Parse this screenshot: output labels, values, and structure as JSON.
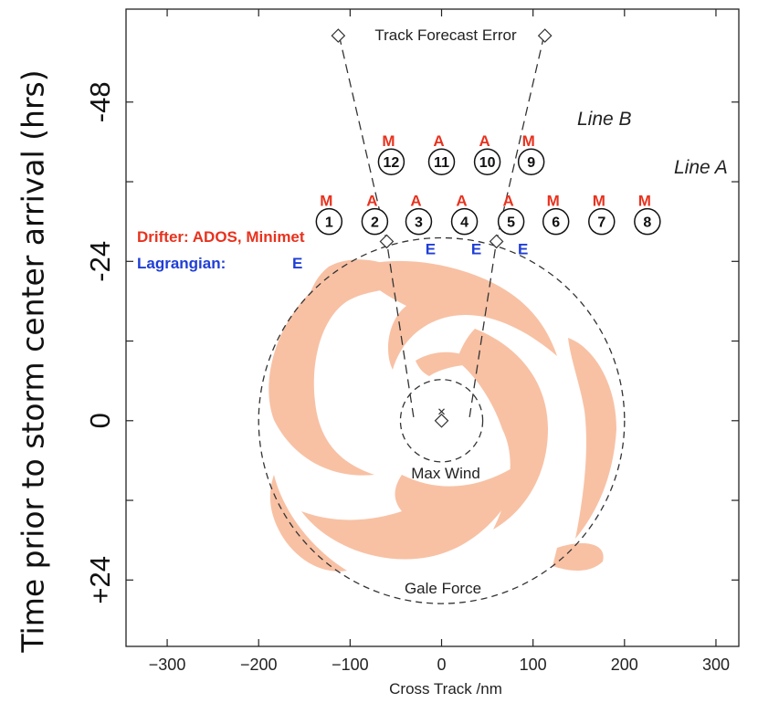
{
  "chart_data": {
    "type": "scatter",
    "title": "",
    "xlabel": "Cross Track /nm",
    "ylabel": "Time prior to storm center arrival (hrs)",
    "xlim": [
      -345,
      325
    ],
    "ylim": [
      -62,
      34
    ],
    "y_inverted": true,
    "grid": false,
    "x_ticks": [
      -300,
      -200,
      -100,
      0,
      100,
      200,
      300
    ],
    "x_tick_labels": [
      "−300",
      "−200",
      "−100",
      "0",
      "100",
      "200",
      "300"
    ],
    "y_ticks": [
      -48,
      -24,
      0,
      24
    ],
    "y_tick_labels": [
      "-48",
      "-24",
      "0",
      "+24"
    ],
    "minor_y_ticks": [
      -36,
      -12,
      12
    ],
    "annotations": {
      "track_error": "Track Forecast Error",
      "max_wind": "Max Wind",
      "gale_force": "Gale Force",
      "line_a": "Line A",
      "line_b": "Line B"
    },
    "legend": {
      "drifter": "Drifter: ADOS, Minimet",
      "lagrangian": "Lagrangian:",
      "lagrangian_code": "E"
    },
    "colors": {
      "drifter": "#e8321e",
      "lagrangian": "#1f3ed6",
      "rain": "#f8c1a4",
      "frame": "#222222"
    },
    "drops": [
      {
        "id": "1",
        "x": -123,
        "y": -30,
        "line": "A",
        "top": "M",
        "bottom": ""
      },
      {
        "id": "2",
        "x": -73,
        "y": -30,
        "line": "A",
        "top": "A",
        "bottom": ""
      },
      {
        "id": "3",
        "x": -25,
        "y": -30,
        "line": "A",
        "top": "A",
        "bottom": "E"
      },
      {
        "id": "4",
        "x": 25,
        "y": -30,
        "line": "A",
        "top": "A",
        "bottom": "E"
      },
      {
        "id": "5",
        "x": 76,
        "y": -30,
        "line": "A",
        "top": "A",
        "bottom": "E"
      },
      {
        "id": "6",
        "x": 125,
        "y": -30,
        "line": "A",
        "top": "M",
        "bottom": ""
      },
      {
        "id": "7",
        "x": 175,
        "y": -30,
        "line": "A",
        "top": "M",
        "bottom": ""
      },
      {
        "id": "8",
        "x": 225,
        "y": -30,
        "line": "A",
        "top": "M",
        "bottom": ""
      },
      {
        "id": "12",
        "x": -55,
        "y": -39,
        "line": "B",
        "top": "M",
        "bottom": ""
      },
      {
        "id": "11",
        "x": 0,
        "y": -39,
        "line": "B",
        "top": "A",
        "bottom": ""
      },
      {
        "id": "10",
        "x": 50,
        "y": -39,
        "line": "B",
        "top": "A",
        "bottom": ""
      },
      {
        "id": "9",
        "x": 98,
        "y": -39,
        "line": "B",
        "top": "M",
        "bottom": ""
      }
    ],
    "track_error_cone": {
      "left": [
        [
          -112,
          -58
        ],
        [
          -60,
          -27
        ],
        [
          -30,
          0
        ]
      ],
      "right": [
        [
          112,
          -58
        ],
        [
          60,
          -27
        ],
        [
          30,
          0
        ]
      ],
      "markers": [
        [
          -113,
          -58
        ],
        [
          113,
          -58
        ],
        [
          -60,
          -27
        ],
        [
          60,
          -27
        ],
        [
          0,
          0
        ]
      ]
    },
    "circles": [
      {
        "name": "max-wind",
        "center": [
          0,
          0
        ],
        "radius_nm": 45
      },
      {
        "name": "gale-force",
        "center": [
          0,
          0
        ],
        "radius_nm": 200
      }
    ]
  }
}
